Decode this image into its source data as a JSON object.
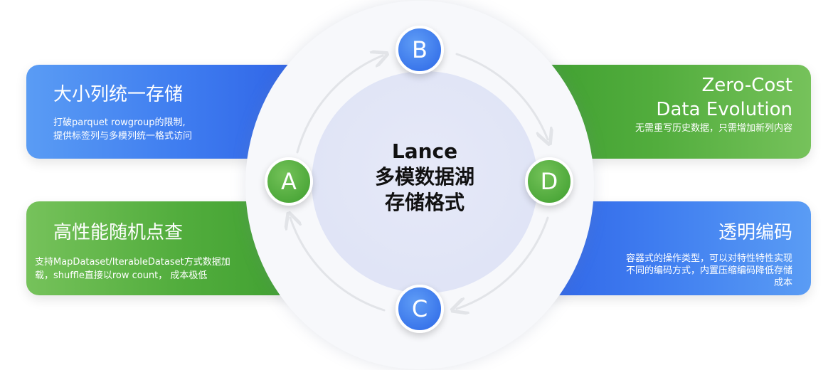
{
  "center": {
    "line1": "Lance",
    "line2": "多模数据湖",
    "line3": "存储格式"
  },
  "nodes": {
    "a": "A",
    "b": "B",
    "c": "C",
    "d": "D"
  },
  "cards": {
    "top_left": {
      "title": "大小列统一存储",
      "desc_line1": "打破parquet rowgroup的限制,",
      "desc_line2": "提供标签列与多模列统一格式访问"
    },
    "bottom_left": {
      "title": "高性能随机点查",
      "desc_line1": "支持MapDataset/IterableDataset方式数据加",
      "desc_line2": "载，shuffle直接以row count， 成本极低"
    },
    "top_right": {
      "title_line1": "Zero-Cost",
      "title_line2": "Data Evolution",
      "desc_line1": "无需重写历史数据，只需增加新列内容"
    },
    "bottom_right": {
      "title": "透明编码",
      "desc_line1": "容器式的操作类型，可以对特性特性实现",
      "desc_line2": "不同的编码方式，内置压缩编码降低存储",
      "desc_line3": "成本"
    }
  },
  "colors": {
    "blue": "#3f7df0",
    "green": "#52ad3d",
    "arrow": "#e2e4e8"
  }
}
